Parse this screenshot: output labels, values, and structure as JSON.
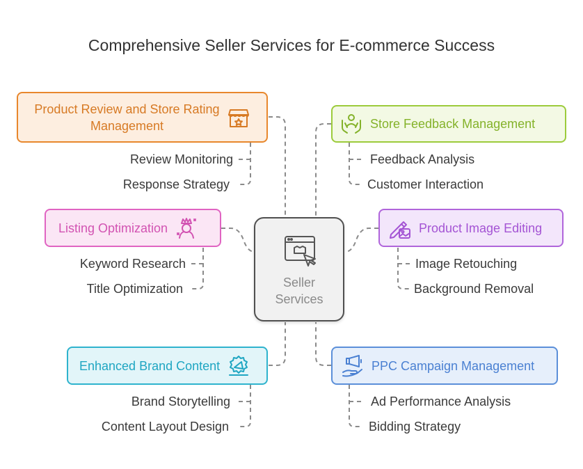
{
  "title": "Comprehensive Seller Services for E-commerce Success",
  "center": {
    "label_line1": "Seller",
    "label_line2": "Services",
    "icon": "browser-cursor-icon"
  },
  "services": [
    {
      "id": "review",
      "label": "Product Review and Store Rating Management",
      "label_line1": "Product Review and Store Rating",
      "label_line2": "Management",
      "icon": "storefront-icon",
      "color": "#e8872c",
      "fill": "#fdeee0",
      "items": [
        "Review Monitoring",
        "Response Strategy"
      ]
    },
    {
      "id": "feedback",
      "label": "Store Feedback Management",
      "icon": "hands-person-icon",
      "color": "#9ccb3b",
      "fill": "#f3f9e4",
      "items": [
        "Feedback Analysis",
        "Customer Interaction"
      ]
    },
    {
      "id": "listing",
      "label": "Listing Optimization",
      "icon": "crown-person-icon",
      "color": "#e064c2",
      "fill": "#fbe6f5",
      "items": [
        "Keyword Research",
        "Title Optimization"
      ]
    },
    {
      "id": "image",
      "label": "Product Image Editing",
      "icon": "pencil-image-icon",
      "color": "#b065db",
      "fill": "#f3e6fb",
      "items": [
        "Image Retouching",
        "Background Removal"
      ]
    },
    {
      "id": "brand",
      "label": "Enhanced Brand Content",
      "icon": "megaphone-badge-icon",
      "color": "#2eb3cd",
      "fill": "#e2f5f9",
      "items": [
        "Brand Storytelling",
        "Content Layout Design"
      ]
    },
    {
      "id": "ppc",
      "label": "PPC Campaign Management",
      "icon": "hand-megaphone-icon",
      "color": "#5b8fd9",
      "fill": "#e6effb",
      "items": [
        "Ad Performance Analysis",
        "Bidding Strategy"
      ]
    }
  ]
}
